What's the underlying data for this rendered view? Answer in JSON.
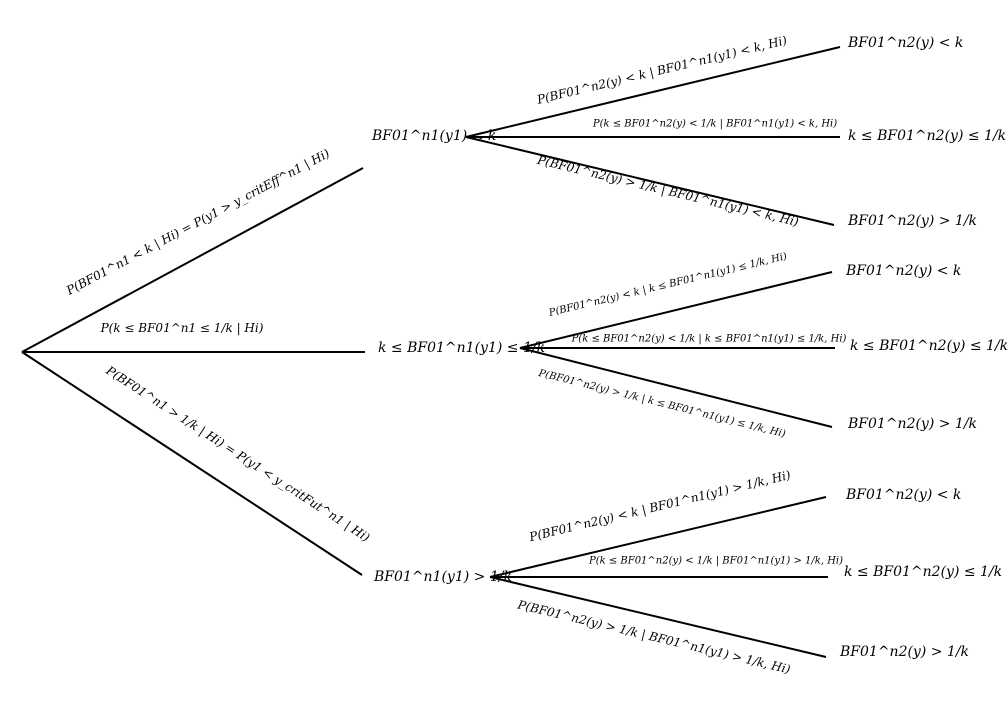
{
  "root_branches": [
    {
      "label": "P(BF01^n1 < k | Hi) = P(y1 > y_critEff^n1 | Hi)"
    },
    {
      "label": "P(k ≤ BF01^n1 ≤ 1/k | Hi)"
    },
    {
      "label": "P(BF01^n1 > 1/k | Hi) = P(y1 < y_critFut^n1 | Hi)"
    }
  ],
  "first_stage_nodes": [
    {
      "label": "BF01^n1(y1) < k",
      "branches": [
        {
          "edge_label": "P(BF01^n2(y) < k | BF01^n1(y1) < k, Hi)",
          "outcome": "BF01^n2(y) < k"
        },
        {
          "edge_label": "P(k ≤ BF01^n2(y) < 1/k | BF01^n1(y1) < k, Hi)",
          "outcome": "k ≤ BF01^n2(y) ≤ 1/k"
        },
        {
          "edge_label": "P(BF01^n2(y) > 1/k | BF01^n1(y1) < k, Hi)",
          "outcome": "BF01^n2(y) > 1/k"
        }
      ]
    },
    {
      "label": "k ≤ BF01^n1(y1) ≤ 1/k",
      "branches": [
        {
          "edge_label": "P(BF01^n2(y) < k | k ≤ BF01^n1(y1) ≤ 1/k, Hi)",
          "outcome": "BF01^n2(y) < k"
        },
        {
          "edge_label": "P(k ≤ BF01^n2(y) < 1/k | k ≤ BF01^n1(y1) ≤ 1/k, Hi)",
          "outcome": "k ≤ BF01^n2(y) ≤ 1/k"
        },
        {
          "edge_label": "P(BF01^n2(y) > 1/k | k ≤ BF01^n1(y1) ≤ 1/k, Hi)",
          "outcome": "BF01^n2(y) > 1/k"
        }
      ]
    },
    {
      "label": "BF01^n1(y1) > 1/k",
      "branches": [
        {
          "edge_label": "P(BF01^n2(y) < k | BF01^n1(y1) > 1/k, Hi)",
          "outcome": "BF01^n2(y) < k"
        },
        {
          "edge_label": "P(k ≤ BF01^n2(y) < 1/k | BF01^n1(y1) > 1/k, Hi)",
          "outcome": "k ≤ BF01^n2(y) ≤ 1/k"
        },
        {
          "edge_label": "P(BF01^n2(y) > 1/k | BF01^n1(y1) > 1/k, Hi)",
          "outcome": "BF01^n2(y) > 1/k"
        }
      ]
    }
  ],
  "line_color": "#000000",
  "text_color": "#000000"
}
